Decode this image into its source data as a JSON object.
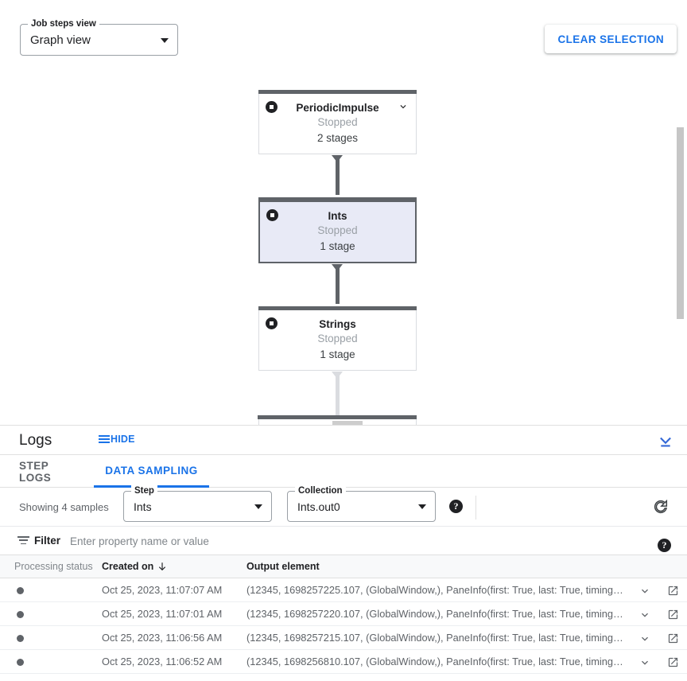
{
  "toolbar": {
    "job_steps_view_label": "Job steps view",
    "job_steps_view_value": "Graph view",
    "clear_selection_label": "CLEAR SELECTION"
  },
  "graph": {
    "nodes": [
      {
        "name": "PeriodicImpulse",
        "status": "Stopped",
        "stages": "2 stages",
        "selected": false,
        "has_caret": true
      },
      {
        "name": "Ints",
        "status": "Stopped",
        "stages": "1 stage",
        "selected": true,
        "has_caret": false
      },
      {
        "name": "Strings",
        "status": "Stopped",
        "stages": "1 stage",
        "selected": false,
        "has_caret": false
      }
    ]
  },
  "logs": {
    "title": "Logs",
    "hide_label": "HIDE",
    "tabs": [
      {
        "label": "STEP LOGS",
        "active": false
      },
      {
        "label": "DATA SAMPLING",
        "active": true
      }
    ]
  },
  "sampling": {
    "showing_text": "Showing 4 samples",
    "step_label": "Step",
    "step_value": "Ints",
    "collection_label": "Collection",
    "collection_value": "Ints.out0",
    "help_glyph": "?",
    "refresh_icon": "refresh-icon"
  },
  "filter": {
    "label": "Filter",
    "placeholder": "Enter property name or value",
    "value": ""
  },
  "table": {
    "columns": [
      "Processing status",
      "Created on",
      "Output element"
    ],
    "sort_column": "Created on",
    "sort_direction": "descending",
    "rows": [
      {
        "status": "processing-dot",
        "created_on": "Oct 25, 2023, 11:07:07 AM",
        "output_element": "(12345, 1698257225.107, (GlobalWindow,), PaneInfo(first: True, last: True, timing…"
      },
      {
        "status": "processing-dot",
        "created_on": "Oct 25, 2023, 11:07:01 AM",
        "output_element": "(12345, 1698257220.107, (GlobalWindow,), PaneInfo(first: True, last: True, timing…"
      },
      {
        "status": "processing-dot",
        "created_on": "Oct 25, 2023, 11:06:56 AM",
        "output_element": "(12345, 1698257215.107, (GlobalWindow,), PaneInfo(first: True, last: True, timing…"
      },
      {
        "status": "processing-dot",
        "created_on": "Oct 25, 2023, 11:06:52 AM",
        "output_element": "(12345, 1698256810.107, (GlobalWindow,), PaneInfo(first: True, last: True, timing…"
      }
    ]
  },
  "colors": {
    "accent": "#1a73e8",
    "node_border": "#5f6368",
    "selected_node_bg": "#e8eaf6",
    "muted_text": "#5f6368"
  }
}
